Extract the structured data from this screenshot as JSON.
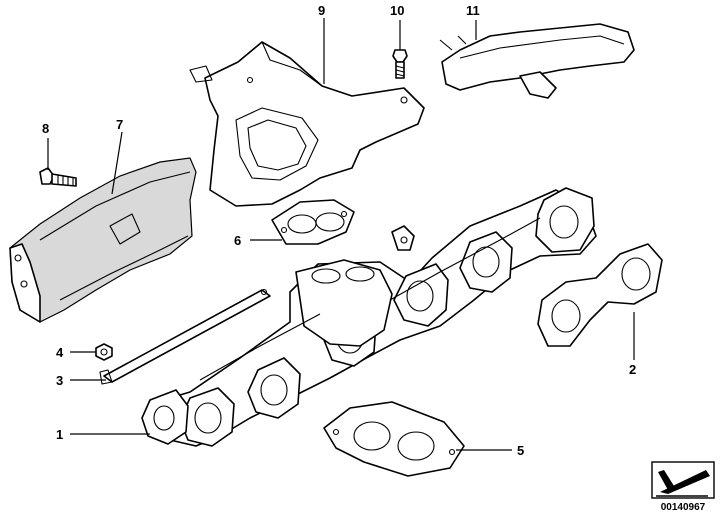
{
  "callouts": {
    "c1": "1",
    "c2": "2",
    "c3": "3",
    "c4": "4",
    "c5": "5",
    "c6": "6",
    "c7": "7",
    "c8": "8",
    "c9": "9",
    "c10": "10",
    "c11": "11"
  },
  "catalog_number": "00140967",
  "colors": {
    "line": "#000000",
    "background": "#ffffff",
    "shade": "#d9d9d9"
  }
}
